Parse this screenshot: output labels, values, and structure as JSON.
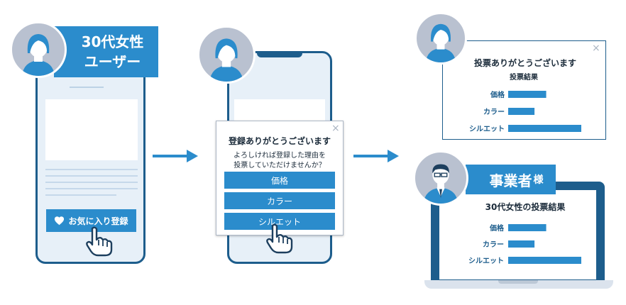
{
  "user_tag": {
    "line1": "30代女性",
    "line2": "ユーザー"
  },
  "favorite_button": {
    "label": "お気に入り登録"
  },
  "popup": {
    "title": "登録ありがとうございます",
    "message_line1": "よろしければ登録した理由を",
    "message_line2": "投票していただけませんか？",
    "close": "×",
    "options": [
      "価格",
      "カラー",
      "シルエット"
    ]
  },
  "result_popup": {
    "title": "投票ありがとうございます",
    "subtitle": "投票結果",
    "close": "×"
  },
  "business_tag": {
    "main": "事業者",
    "suffix": "様"
  },
  "laptop": {
    "title": "30代女性の投票結果"
  },
  "chart_data": [
    {
      "type": "bar",
      "title": "投票結果",
      "categories": [
        "価格",
        "カラー",
        "シルエット"
      ],
      "values": [
        52,
        36,
        100
      ],
      "xlim": [
        0,
        100
      ]
    },
    {
      "type": "bar",
      "title": "30代女性の投票結果",
      "categories": [
        "価格",
        "カラー",
        "シルエット"
      ],
      "values": [
        52,
        36,
        100
      ],
      "xlim": [
        0,
        100
      ]
    }
  ],
  "colors": {
    "primary": "#2b8ccc",
    "dark": "#1d5d8c",
    "avatar_bg": "#b9c1d0",
    "screen_bg": "#e7f0f8"
  }
}
